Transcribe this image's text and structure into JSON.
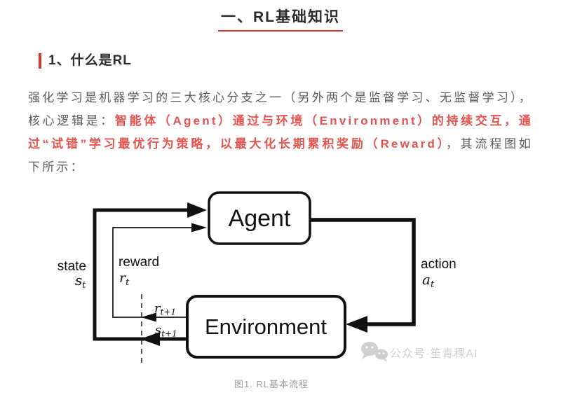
{
  "article": {
    "title": "一、RL基础知识",
    "section_heading": "1、什么是RL",
    "paragraph": {
      "normal_1": "强化学习是机器学习的三大核心分支之一（另外两个是监督学习、无监督学习），核心逻辑是：",
      "highlight": "智能体（Agent）通过与环境（Environment）的持续交互，通过“试错”学习最优行为策略，以最大化长期累积奖励（Reward）",
      "normal_2": "，其流程图如下所示："
    }
  },
  "figure": {
    "caption": "图1. RL基本流程",
    "watermark": "公众号·笙青稞AI"
  },
  "diagram": {
    "agent": "Agent",
    "environment": "Environment",
    "state": {
      "label": "state",
      "sym": "s",
      "sub": "t"
    },
    "reward": {
      "label": "reward",
      "sym": "r",
      "sub": "t"
    },
    "action": {
      "label": "action",
      "sym": "a",
      "sub": "t"
    },
    "next_reward": {
      "sym": "r",
      "sub": "t+1"
    },
    "next_state": {
      "sym": "s",
      "sub": "t+1"
    }
  },
  "colors": {
    "accent_red": "#d9362e",
    "highlight_red": "#e7534e",
    "heading_text": "#2b2b2b",
    "body_text": "#595959",
    "caption_gray": "#9b9b9b",
    "diagram_ink": "#111111",
    "watermark_gray": "#c4c4c4"
  }
}
